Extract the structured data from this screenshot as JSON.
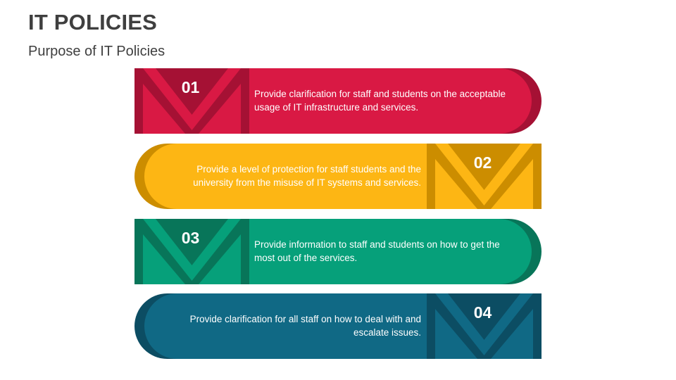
{
  "header": {
    "title": "IT POLICIES",
    "subtitle": "Purpose of IT Policies"
  },
  "items": [
    {
      "number": "01",
      "text": "Provide clarification for staff and students on the acceptable usage of IT infrastructure and services.",
      "side": "left",
      "colors": {
        "main": "#d91944",
        "dark": "#a51134"
      }
    },
    {
      "number": "02",
      "text": "Provide a level of protection for staff students and the university from the misuse of IT systems and services.",
      "side": "right",
      "colors": {
        "main": "#fdb614",
        "dark": "#cc8d00"
      }
    },
    {
      "number": "03",
      "text": "Provide information to staff and students on how to get the most out of the services.",
      "side": "left",
      "colors": {
        "main": "#06a07a",
        "dark": "#087559"
      }
    },
    {
      "number": "04",
      "text": "Provide clarification for all staff on how to deal with and escalate issues.",
      "side": "right",
      "colors": {
        "main": "#106985",
        "dark": "#0c4d63"
      }
    }
  ]
}
